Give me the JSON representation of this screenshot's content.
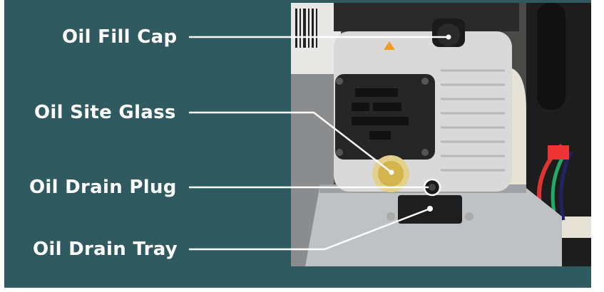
{
  "labels": {
    "oil_fill_cap": "Oil Fill Cap",
    "oil_site_glass": "Oil Site Glass",
    "oil_drain_plug": "Oil Drain Plug",
    "oil_drain_tray": "Oil Drain Tray"
  },
  "colors": {
    "panel": "#2f5a60",
    "label_text": "#ffffff",
    "leader_line": "#ffffff"
  }
}
